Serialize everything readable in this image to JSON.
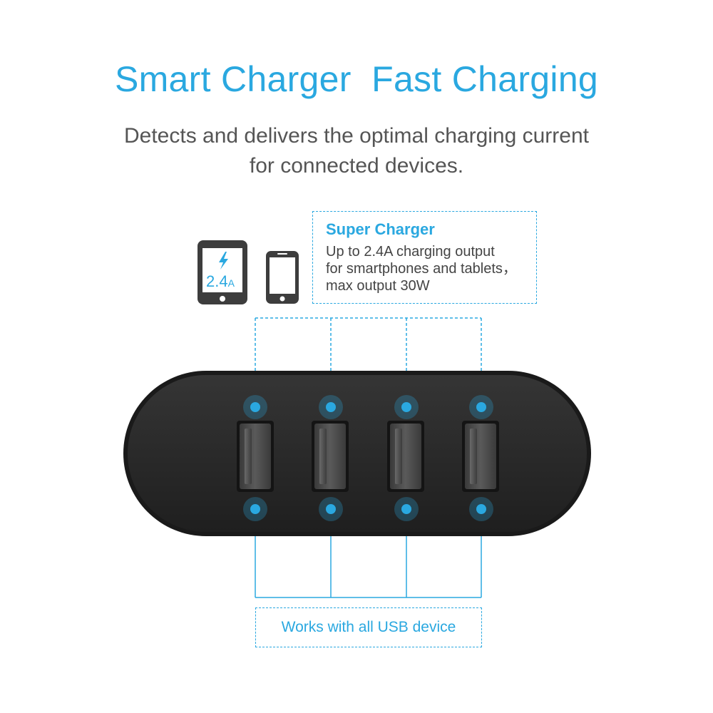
{
  "headline": {
    "text": "Smart Charger  Fast Charging"
  },
  "subheadline": {
    "line1": "Detects and delivers the optimal charging current",
    "line2": "for connected devices."
  },
  "tablet_icon": {
    "value": "2.4",
    "unit": "A",
    "icon": "lightning-bolt-icon"
  },
  "phone_icon": {
    "icon": "smartphone-icon"
  },
  "super_charger": {
    "title": "Super Charger",
    "line1": "Up to 2.4A charging output",
    "line2": "for smartphones and tablets，",
    "line3": "max output 30W"
  },
  "usb_ports": {
    "count": 4
  },
  "footer_box": {
    "text": "Works with all USB device"
  },
  "colors": {
    "accent": "#2aa8e0",
    "device_body": "#2b2b2b",
    "port": "#4a4a4a",
    "icon_dark": "#3d3d3d",
    "text_gray": "#555555"
  }
}
